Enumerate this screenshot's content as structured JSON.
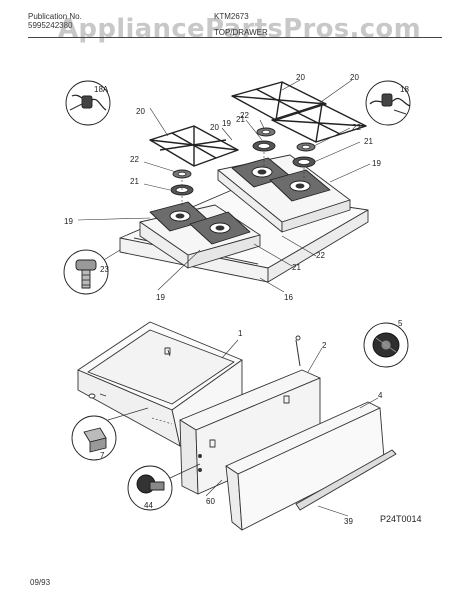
{
  "header": {
    "publication_label": "Publication No.",
    "publication_no": "5995242380",
    "model": "KTM2673",
    "section": "TOP/DRAWER",
    "watermark": "AppliancePartsPros.com"
  },
  "parts": {
    "p1": "1",
    "p2": "2",
    "p4": "4",
    "p5": "5",
    "p7": "7",
    "p16": "16",
    "p18": "18",
    "p18a": "18A",
    "p19": "19",
    "p20": "20",
    "p21": "21",
    "p22": "22",
    "p23": "23",
    "p39": "39",
    "p44": "44",
    "p60": "60"
  },
  "footer": {
    "diagram_code": "P24T0014",
    "date": "09/93"
  }
}
